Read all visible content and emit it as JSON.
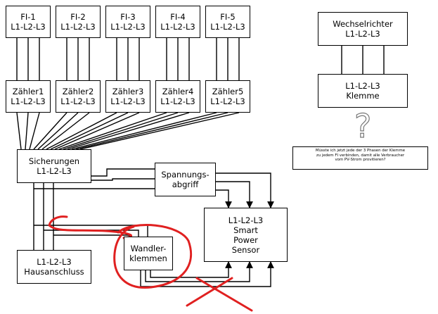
{
  "colors": {
    "line": "#000000",
    "annotation": "#e02020",
    "question": "#777777"
  },
  "fi_boxes": [
    {
      "name": "FI-1",
      "phases": "L1-L2-L3"
    },
    {
      "name": "FI-2",
      "phases": "L1-L2-L3"
    },
    {
      "name": "FI-3",
      "phases": "L1-L2-L3"
    },
    {
      "name": "FI-4",
      "phases": "L1-L2-L3"
    },
    {
      "name": "FI-5",
      "phases": "L1-L2-L3"
    }
  ],
  "meter_boxes": [
    {
      "name": "Zähler1",
      "phases": "L1-L2-L3"
    },
    {
      "name": "Zähler2",
      "phases": "L1-L2-L3"
    },
    {
      "name": "Zähler3",
      "phases": "L1-L2-L3"
    },
    {
      "name": "Zähler4",
      "phases": "L1-L2-L3"
    },
    {
      "name": "Zähler5",
      "phases": "L1-L2-L3"
    }
  ],
  "sicherungen": {
    "line1": "Sicherungen",
    "line2": "L1-L2-L3"
  },
  "spannungsabgriff": {
    "line1": "Spannungs-",
    "line2": "abgriff"
  },
  "sensor": {
    "line1": "L1-L2-L3",
    "line2": "Smart",
    "line3": "Power",
    "line4": "Sensor"
  },
  "wandlerklemmen": {
    "line1": "Wandler-",
    "line2": "klemmen"
  },
  "hausanschluss": {
    "line1": "L1-L2-L3",
    "line2": "Hausanschluss"
  },
  "wechselrichter": {
    "line1": "Wechselrichter",
    "line2": "L1-L2-L3"
  },
  "klemme": {
    "line1": "L1-L2-L3",
    "line2": "Klemme"
  },
  "question_mark": "?",
  "note": {
    "line1": "Müsste ich jetzt jede der 3 Phasen der Klemme",
    "line2": "zu jedem FI verbinden, damit alle Verbraucher",
    "line3": "vom PV-Strom provitieren?"
  }
}
